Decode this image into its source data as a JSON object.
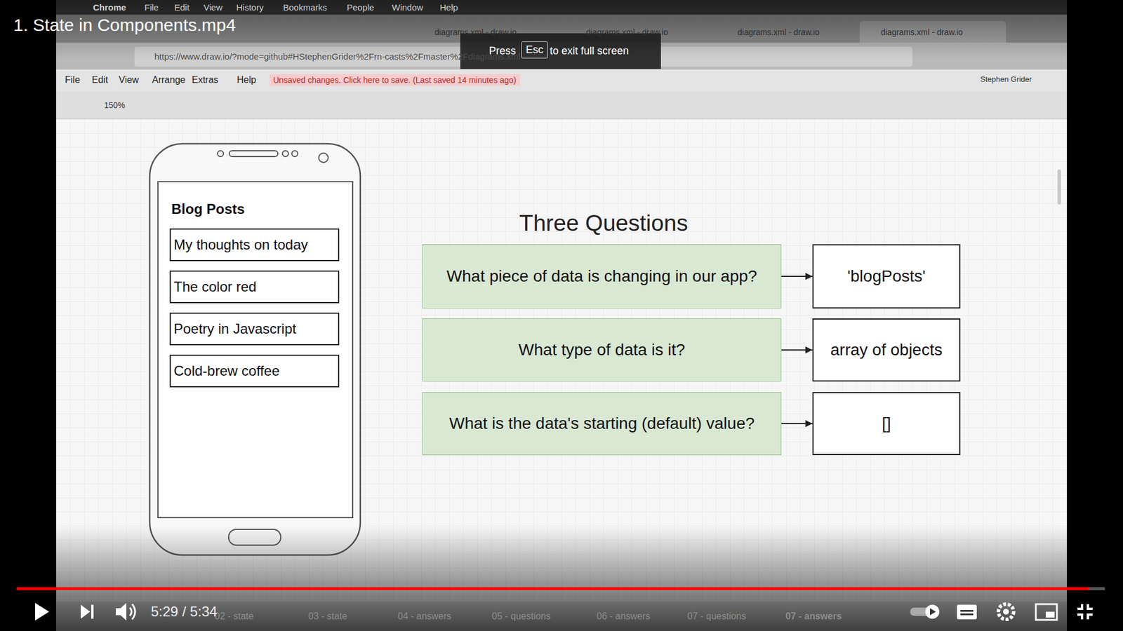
{
  "diagram": {
    "title": "Three Questions",
    "nodes": [
      {
        "text": [
          "Blog Posts"
        ]
      },
      {
        "text": [
          "My thoughts on today"
        ],
        "in": 0
      },
      {
        "text": [
          "The color red"
        ],
        "in": 0
      },
      {
        "text": [
          "Poetry in Javascript"
        ],
        "in": 0
      },
      {
        "text": [
          "Cold-brew coffee"
        ],
        "in": 0
      },
      {
        "text": [
          "What piece of data is changing in our app?"
        ]
      },
      {
        "text": [
          "What type of data is it?"
        ]
      },
      {
        "text": [
          "What is the data's starting (default) value?"
        ]
      },
      {
        "text": [
          "'blogPosts'"
        ]
      },
      {
        "text": [
          "array of objects"
        ]
      },
      {
        "text": [
          "[]"
        ]
      }
    ],
    "edges": [
      {
        "from": 5,
        "to": 8,
        "arrow": "to"
      },
      {
        "from": 6,
        "to": 9,
        "arrow": "to"
      },
      {
        "from": 7,
        "to": 10,
        "arrow": "to"
      }
    ],
    "labels": [
      "1. State in Components.mp4",
      "Press",
      "Esc",
      "to exit full screen",
      "5:29 / 5:34",
      "Chrome",
      "File",
      "Edit",
      "View",
      "History",
      "Bookmarks",
      "People",
      "Window",
      "Help",
      "diagrams.xml - draw.io",
      "diagrams.xml - draw.io",
      "diagrams.xml - draw.io",
      "diagrams.xml - draw.io",
      "https://www.draw.io/?mode=github#HStephenGrider%2Frn-casts%2Fmaster%2Fdiagrams.xml",
      "File",
      "Edit",
      "View",
      "Arrange",
      "Extras",
      "Help",
      "Unsaved changes. Click here to save. (Last saved 14 minutes ago)",
      "Stephen Grider",
      "150%",
      "02 - state",
      "03 - state",
      "04 - answers",
      "05 - questions",
      "06 - answers",
      "07 - questions",
      "07 - answers"
    ]
  }
}
